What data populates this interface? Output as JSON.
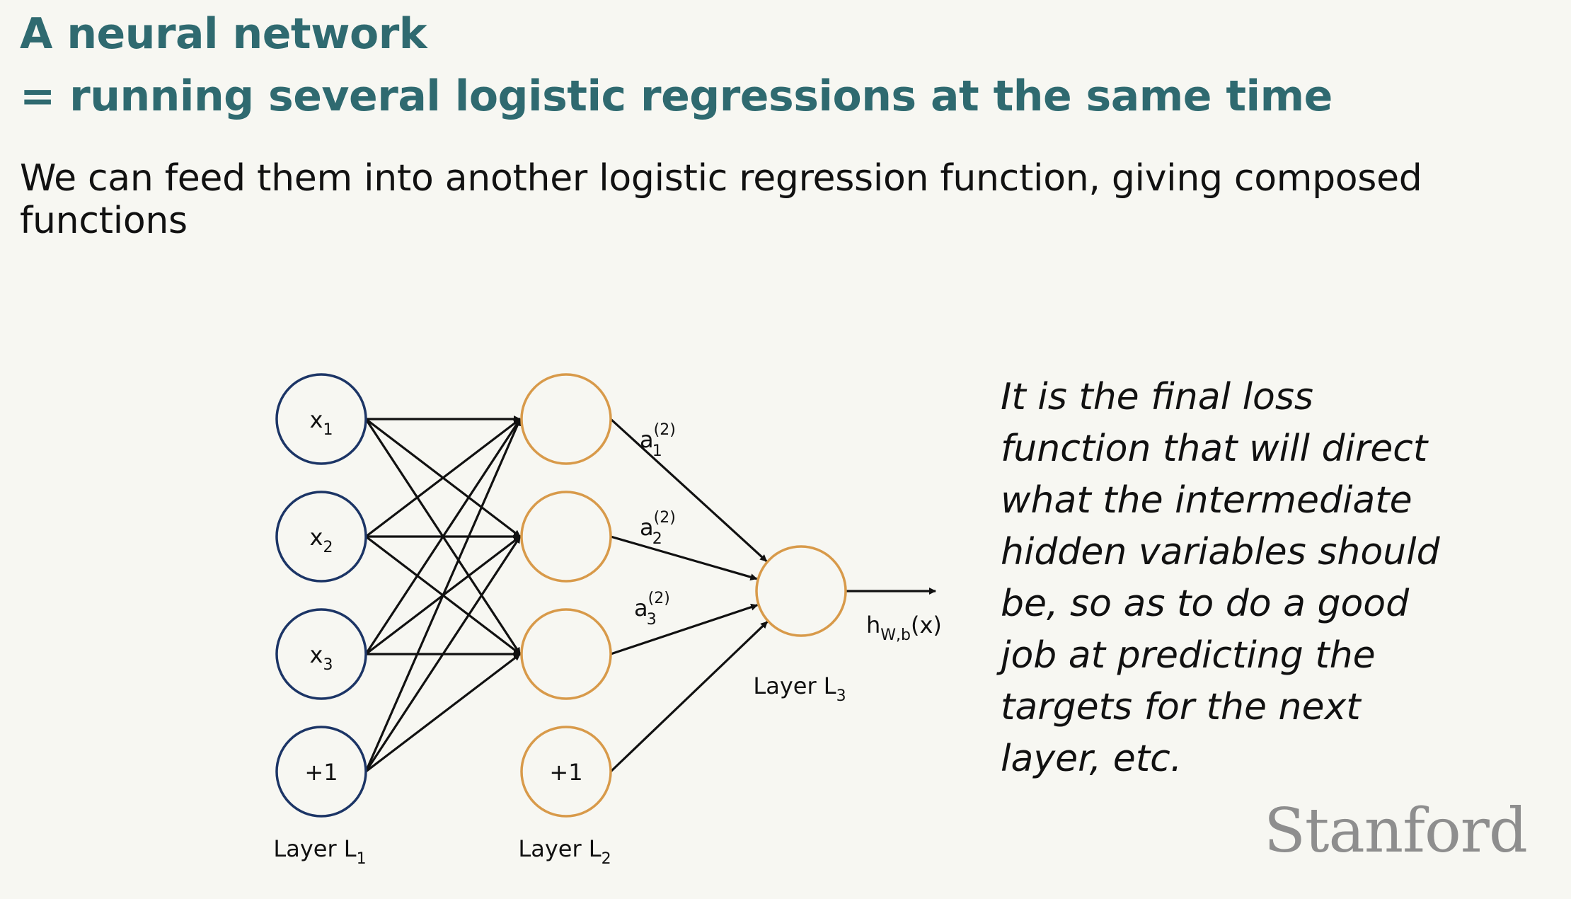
{
  "title": {
    "line1": "A neural network",
    "line2": "= running several logistic regressions at the same time"
  },
  "subtitle": "We can feed them into another logistic regression function, giving composed functions",
  "diagram": {
    "input_nodes": [
      {
        "main": "x",
        "sub": "1"
      },
      {
        "main": "x",
        "sub": "2"
      },
      {
        "main": "x",
        "sub": "3"
      },
      {
        "main": "+1",
        "sub": ""
      }
    ],
    "hidden_bias": "+1",
    "activations": [
      {
        "main": "a",
        "sub": "1",
        "sup": "(2)"
      },
      {
        "main": "a",
        "sub": "2",
        "sup": "(2)"
      },
      {
        "main": "a",
        "sub": "3",
        "sup": "(2)"
      }
    ],
    "output": {
      "main": "h",
      "sub": "W,b",
      "tail": "(x)"
    },
    "layers": [
      {
        "main": "Layer L",
        "sub": "1"
      },
      {
        "main": "Layer L",
        "sub": "2"
      },
      {
        "main": "Layer L",
        "sub": "3"
      }
    ],
    "colors": {
      "input": "#1c3566",
      "hidden": "#d89a4a",
      "output": "#d89a4a",
      "edge": "#111111"
    }
  },
  "note_lines": [
    "It is the final loss",
    "function that will direct",
    "what the intermediate",
    "hidden variables should",
    "be, so as to do a good",
    "job at predicting the",
    "targets for the next",
    "layer, etc."
  ],
  "logo": "Stanford"
}
